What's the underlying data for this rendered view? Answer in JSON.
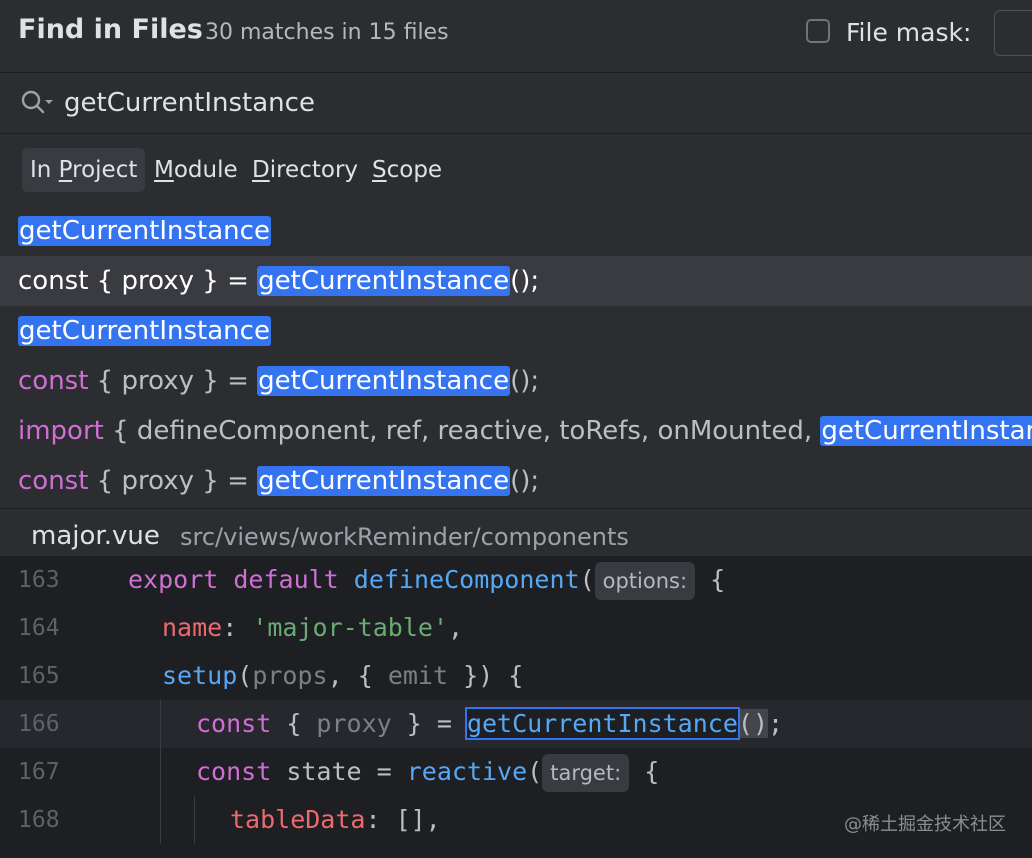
{
  "header": {
    "title": "Find in Files",
    "match_summary": "30 matches in 15 files",
    "file_mask_label": "File mask:"
  },
  "search": {
    "query": "getCurrentInstance",
    "icon": "search-icon"
  },
  "scopes": [
    {
      "pre": "In ",
      "u": "P",
      "post": "roject",
      "active": true
    },
    {
      "pre": "",
      "u": "M",
      "post": "odule",
      "active": false
    },
    {
      "pre": "",
      "u": "D",
      "post": "irectory",
      "active": false
    },
    {
      "pre": "",
      "u": "S",
      "post": "cope",
      "active": false
    }
  ],
  "results": [
    {
      "parts": [
        {
          "t": "getCurrentInstance",
          "c": "hl"
        }
      ]
    },
    {
      "selected": true,
      "parts": [
        {
          "t": "const",
          "c": "kw"
        },
        {
          "t": " { proxy } = ",
          "c": ""
        },
        {
          "t": "getCurrentInstance",
          "c": "hl"
        },
        {
          "t": "();",
          "c": ""
        }
      ]
    },
    {
      "parts": [
        {
          "t": "getCurrentInstance",
          "c": "hl"
        }
      ]
    },
    {
      "parts": [
        {
          "t": "const",
          "c": "kw"
        },
        {
          "t": " { proxy } = ",
          "c": ""
        },
        {
          "t": "getCurrentInstance",
          "c": "hl"
        },
        {
          "t": "();",
          "c": ""
        }
      ]
    },
    {
      "parts": [
        {
          "t": "import",
          "c": "kw"
        },
        {
          "t": " { defineComponent, ref, reactive, toRefs, onMounted, ",
          "c": ""
        },
        {
          "t": "getCurrentInstance",
          "c": "hl"
        }
      ]
    },
    {
      "parts": [
        {
          "t": "const",
          "c": "kw"
        },
        {
          "t": " { proxy } = ",
          "c": ""
        },
        {
          "t": "getCurrentInstance",
          "c": "hl"
        },
        {
          "t": "();",
          "c": ""
        }
      ]
    }
  ],
  "preview": {
    "file_name": "major.vue",
    "file_path": "src/views/workReminder/components"
  },
  "code": [
    {
      "n": "163",
      "indent": 0,
      "parts": [
        {
          "t": "export ",
          "c": "c-kw"
        },
        {
          "t": "default ",
          "c": "c-kw"
        },
        {
          "t": "defineComponent",
          "c": "c-fn"
        },
        {
          "t": "(",
          "c": "c-plain"
        },
        {
          "t": "options:",
          "c": "hint"
        },
        {
          "t": " {",
          "c": "c-plain"
        }
      ]
    },
    {
      "n": "164",
      "indent": 1,
      "parts": [
        {
          "t": "name",
          "c": "c-prop"
        },
        {
          "t": ": ",
          "c": "c-plain"
        },
        {
          "t": "'major-table'",
          "c": "c-str"
        },
        {
          "t": ",",
          "c": "c-plain"
        }
      ]
    },
    {
      "n": "165",
      "indent": 1,
      "parts": [
        {
          "t": "setup",
          "c": "c-fn"
        },
        {
          "t": "(",
          "c": "c-plain"
        },
        {
          "t": "props",
          "c": "c-dim"
        },
        {
          "t": ", { ",
          "c": "c-plain"
        },
        {
          "t": "emit",
          "c": "c-dim"
        },
        {
          "t": " }) {",
          "c": "c-plain"
        }
      ]
    },
    {
      "n": "166",
      "indent": 2,
      "current": true,
      "parts": [
        {
          "t": "const",
          "c": "c-kw"
        },
        {
          "t": " { ",
          "c": "c-plain"
        },
        {
          "t": "proxy",
          "c": "c-dim"
        },
        {
          "t": " } = ",
          "c": "c-plain"
        },
        {
          "t": "getCurrentInstance",
          "c": "boxed"
        },
        {
          "t": "()",
          "c": "paren-hl"
        },
        {
          "t": ";",
          "c": "c-plain"
        }
      ]
    },
    {
      "n": "167",
      "indent": 2,
      "parts": [
        {
          "t": "const",
          "c": "c-kw"
        },
        {
          "t": " state = ",
          "c": "c-plain"
        },
        {
          "t": "reactive",
          "c": "c-fn"
        },
        {
          "t": "(",
          "c": "c-plain"
        },
        {
          "t": "target:",
          "c": "hint"
        },
        {
          "t": " {",
          "c": "c-plain"
        }
      ]
    },
    {
      "n": "168",
      "indent": 3,
      "parts": [
        {
          "t": "tableData",
          "c": "c-prop"
        },
        {
          "t": ": [],",
          "c": "c-plain"
        }
      ]
    }
  ],
  "watermark": "@稀土掘金技术社区",
  "colors": {
    "accent": "#3574f0",
    "keyword": "#cf6fd4",
    "function": "#56a8f5",
    "string": "#6aab73",
    "property": "#ec6a6f"
  }
}
